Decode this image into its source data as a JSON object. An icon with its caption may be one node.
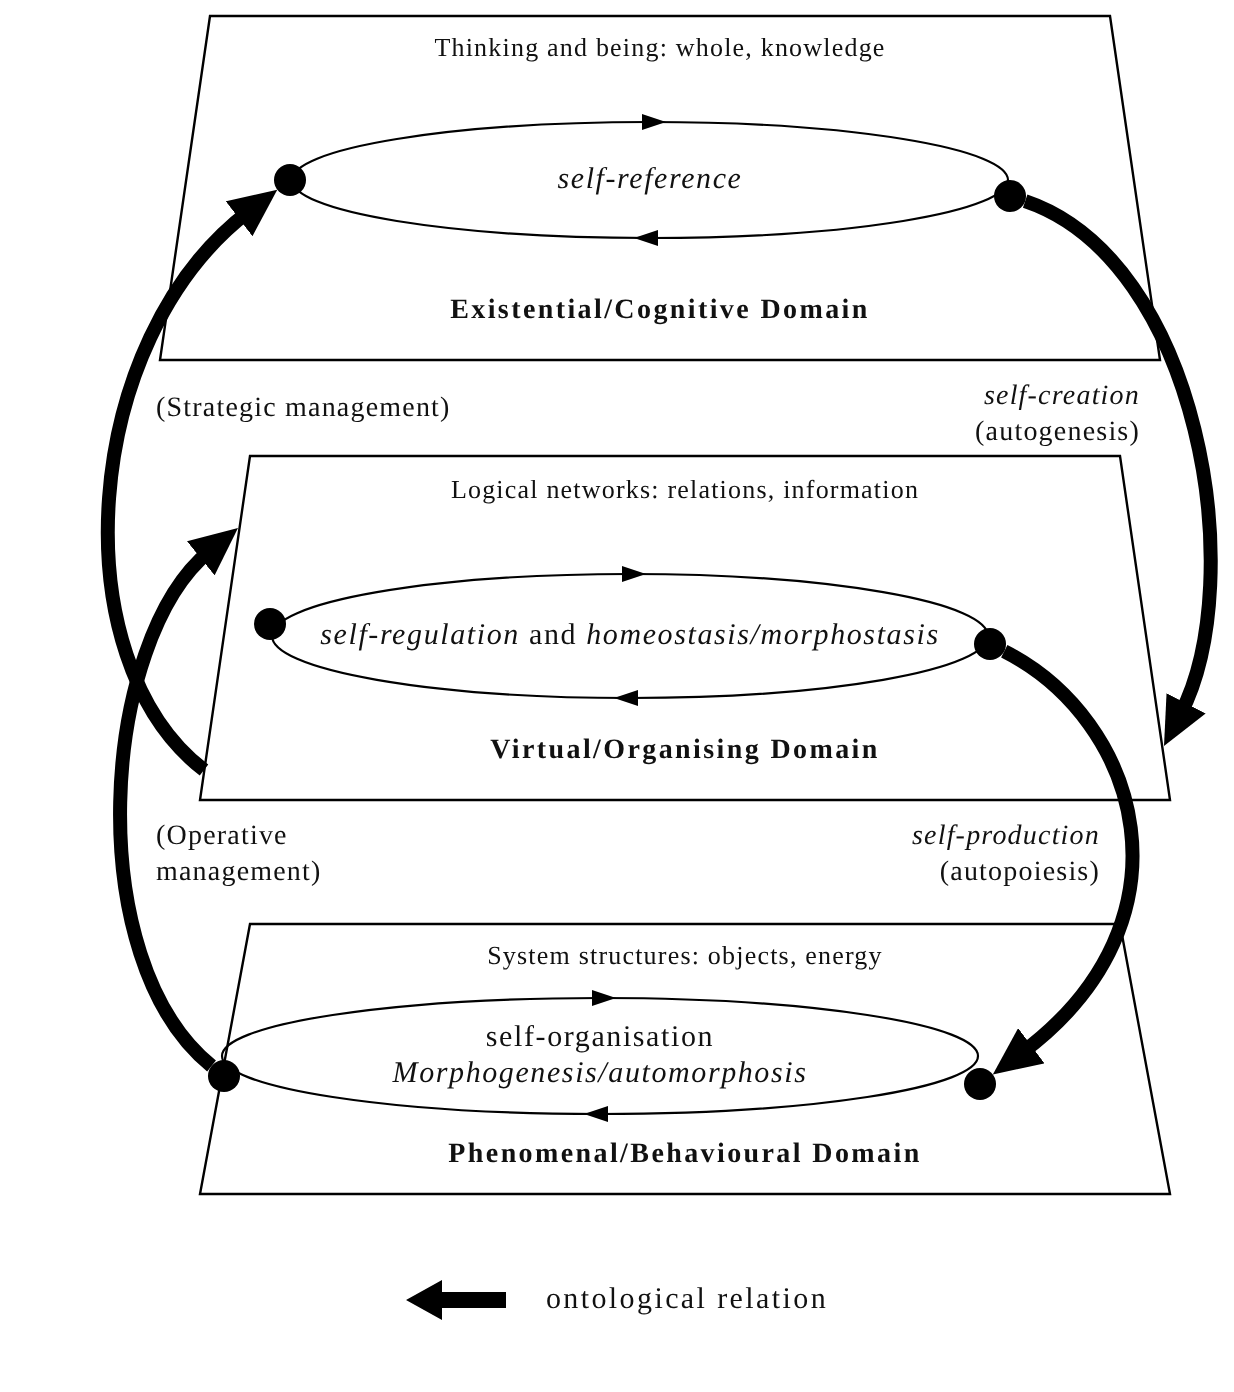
{
  "diagram": {
    "nodes": [
      {
        "text": [
          "Thinking and being: whole, knowledge",
          "Existential/Cognitive Domain"
        ]
      },
      {
        "text": [],
        "shape": "circle",
        "in": 0
      },
      {
        "text": [
          "self-reference"
        ],
        "in": 0
      },
      {
        "text": [],
        "shape": "circle",
        "in": 0
      },
      {
        "text": [
          "Logical networks: relations, information",
          "Virtual/Organising Domain"
        ]
      },
      {
        "text": [],
        "shape": "circle",
        "in": 4
      },
      {
        "text": [
          "*self-regulation* and *homeostasis/morphostasis*"
        ],
        "in": 4
      },
      {
        "text": [],
        "shape": "circle",
        "in": 4
      },
      {
        "text": [
          "System structures: objects, energy",
          "Phenomenal/Behavioural Domain"
        ]
      },
      {
        "text": [],
        "shape": "circle",
        "in": 8
      },
      {
        "text": [
          "self-organisation",
          "Morphogenesis/automorphosis"
        ],
        "in": 8
      },
      {
        "text": [],
        "shape": "circle",
        "in": 8
      }
    ],
    "edges": [
      {
        "from": 3,
        "to": 4,
        "arrow": "to",
        "label": "*self-creation* (autogenesis)"
      },
      {
        "from": 7,
        "to": 11,
        "arrow": "to",
        "label": "*self-production* (autopoiesis)"
      },
      {
        "from": 9,
        "to": 4,
        "arrow": "to",
        "label": "(Operative management)"
      },
      {
        "from": 4,
        "to": 1,
        "arrow": "to",
        "label": "(Strategic management)"
      }
    ],
    "legend": [
      {
        "text": "ontological relation"
      }
    ]
  }
}
